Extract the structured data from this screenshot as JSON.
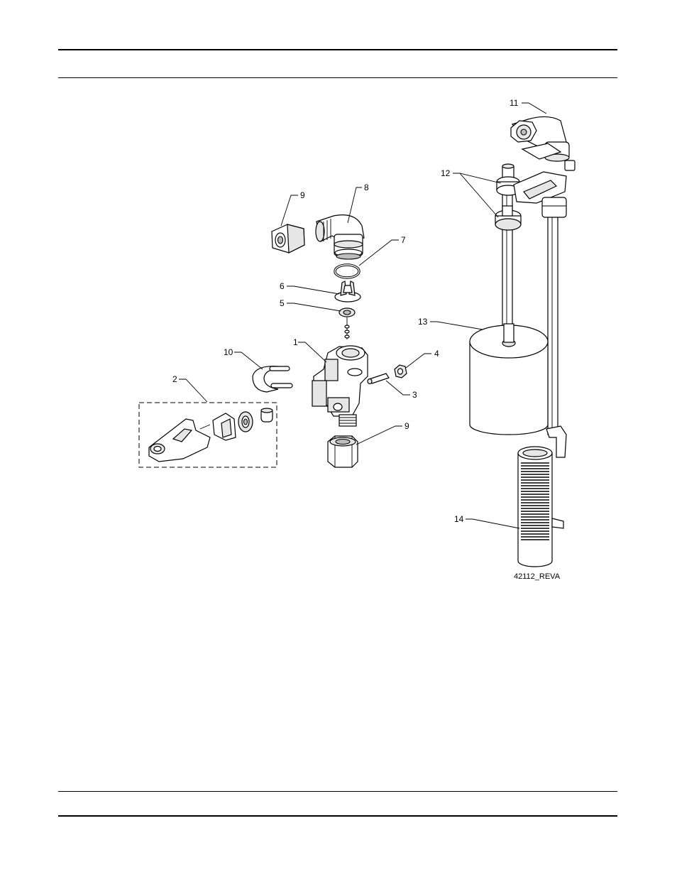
{
  "callouts": [
    {
      "id": "c1",
      "text": "1"
    },
    {
      "id": "c2",
      "text": "2"
    },
    {
      "id": "c3",
      "text": "3"
    },
    {
      "id": "c4",
      "text": "4"
    },
    {
      "id": "c5",
      "text": "5"
    },
    {
      "id": "c6",
      "text": "6"
    },
    {
      "id": "c7",
      "text": "7"
    },
    {
      "id": "c8",
      "text": "8"
    },
    {
      "id": "c9a",
      "text": "9"
    },
    {
      "id": "c9b",
      "text": "9"
    },
    {
      "id": "c10",
      "text": "10"
    },
    {
      "id": "c11",
      "text": "11"
    },
    {
      "id": "c12",
      "text": "12"
    },
    {
      "id": "c13",
      "text": "13"
    },
    {
      "id": "c14",
      "text": "14"
    }
  ],
  "drawing_id": "42112_REVA"
}
